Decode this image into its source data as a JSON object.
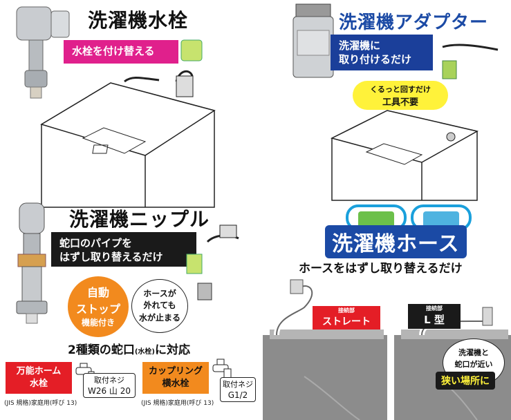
{
  "faucet": {
    "title": "洗濯機水栓",
    "band": "水栓を付け替える"
  },
  "adapter": {
    "title": "洗濯機アダプター",
    "band_line1": "洗濯機に",
    "band_line2": "取り付けるだけ",
    "pill_line1": "くるっと回すだけ",
    "pill_line2": "工具不要"
  },
  "nipple": {
    "title": "洗濯機ニップル",
    "band_line1": "蛇口のパイプを",
    "band_line2": "はずし取り替えるだけ",
    "auto_line1": "自動",
    "auto_line2": "ストップ",
    "auto_line3": "機能付き",
    "bubble_line1": "ホースが",
    "bubble_line2": "外れても",
    "bubble_line3": "水が止まる",
    "supports": "2種類の蛇口",
    "supports_small": "(水栓)",
    "supports_tail": "に対応",
    "type1_line1": "万能ホーム",
    "type1_line2": "水栓",
    "type1_note": "(JIS 規格)家庭用(呼び 13)",
    "type1_screw_line1": "取付ネジ",
    "type1_screw_line2": "W26 山 20",
    "type2_line1": "カップリング",
    "type2_line2": "横水栓",
    "type2_note": "(JIS 規格)家庭用(呼び 13)",
    "type2_screw_line1": "取付ネジ",
    "type2_screw_line2": "G1/2"
  },
  "hose": {
    "title": "洗濯機ホース",
    "subtitle": "ホースをはずし取り替えるだけ",
    "straight_small": "接続部",
    "straight": "ストレート",
    "l_small": "接続部",
    "l_type": "L 型",
    "bubble_line1": "洗濯機と",
    "bubble_line2": "蛇口が近い",
    "bubble_tag": "狭い場所に"
  },
  "colors": {
    "pink": "#e0208c",
    "navy": "#1b3f9a",
    "black": "#1a1a1a",
    "yellow": "#fff23a",
    "red": "#e41e26",
    "orange": "#f28a1e",
    "blue": "#1b4aa5",
    "gray": "#8c8c8c"
  }
}
